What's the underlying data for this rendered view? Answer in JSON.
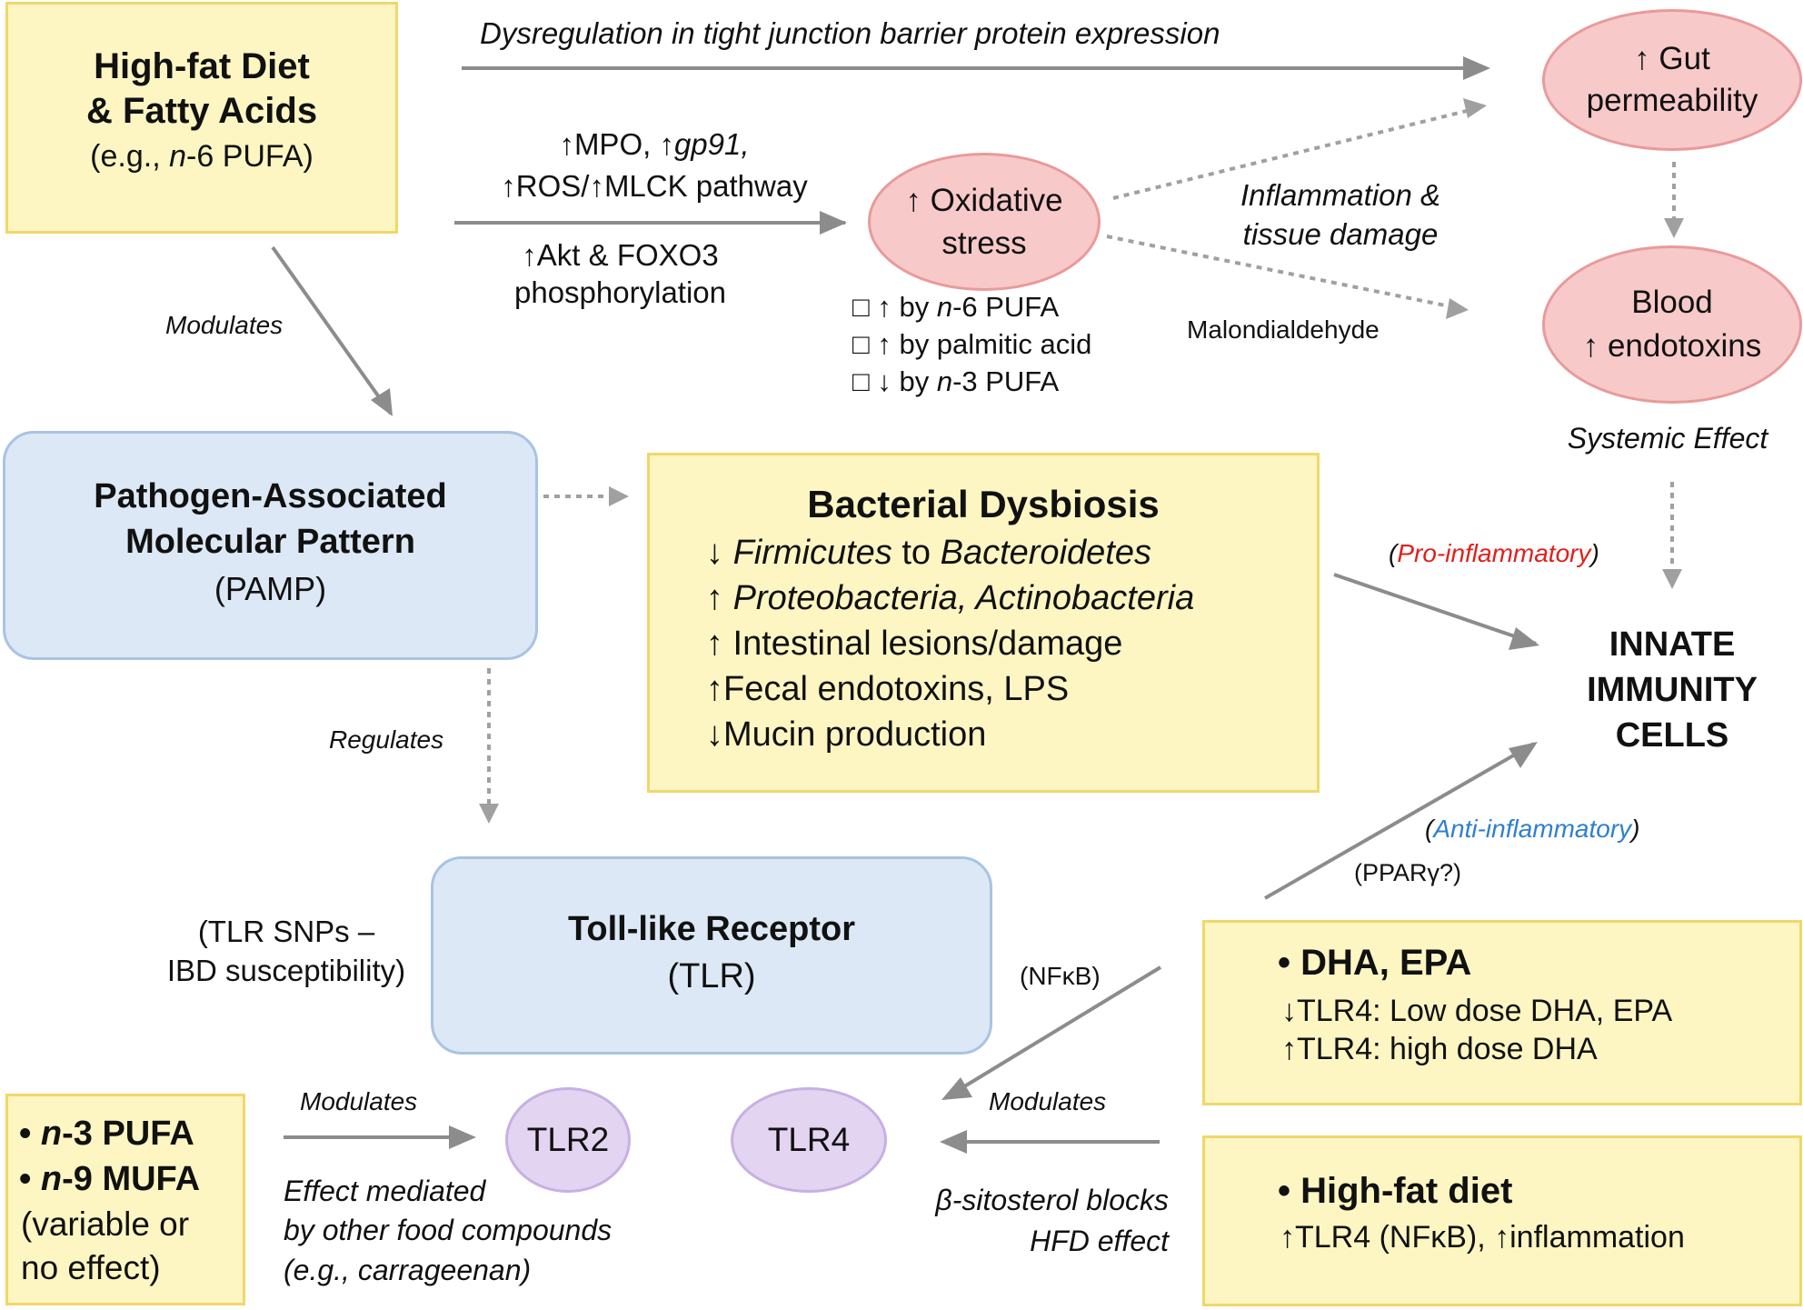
{
  "top_left": {
    "l1": "High-fat Diet",
    "l2": "& Fatty Acids",
    "l3a": "(e.g., ",
    "l3b": "n",
    "l3c": "-6 PUFA)"
  },
  "dysreg_label": "Dysregulation in tight junction barrier protein expression",
  "gut": {
    "l1": "↑ Gut",
    "l2": "permeability"
  },
  "mech_above": {
    "l1a": "↑MPO, ↑",
    "l1b": "gp91,",
    "l2": "↑ROS/↑MLCK pathway"
  },
  "mech_below": {
    "l1": "↑Akt & FOXO3",
    "l2": "phosphorylation"
  },
  "oxidative": {
    "l1": "↑ Oxidative",
    "l2": "stress"
  },
  "ox_list": [
    {
      "a": "□ ↑ by ",
      "b": "n",
      "c": "-6 PUFA"
    },
    {
      "a": "□ ↑ by palmitic acid",
      "b": "",
      "c": ""
    },
    {
      "a": "□ ↓ by ",
      "b": "n",
      "c": "-3 PUFA"
    }
  ],
  "inflam_label": {
    "l1": "Inflammation &",
    "l2": "tissue damage"
  },
  "malon_label": "Malondialdehyde",
  "blood": {
    "l1": "Blood",
    "l2": "↑ endotoxins"
  },
  "systemic_label": "Systemic Effect",
  "modulates_1": "Modulates",
  "pamp": {
    "l1": "Pathogen-Associated",
    "l2": "Molecular Pattern",
    "l3": "(PAMP)"
  },
  "dysbiosis": {
    "title": "Bacterial Dysbiosis",
    "r1a": "↓ ",
    "r1b": "Firmicutes",
    "r1c": " to ",
    "r1d": "Bacteroidetes",
    "r2a": "↑ ",
    "r2b": "Proteobacteria, Actinobacteria",
    "r3": "↑ Intestinal lesions/damage",
    "r4": "↑Fecal endotoxins, LPS",
    "r5": "↓Mucin production"
  },
  "pro_label": {
    "open": "(",
    "text": "Pro-inflammatory",
    "close": ")"
  },
  "innate": {
    "l1": "INNATE",
    "l2": "IMMUNITY",
    "l3": "CELLS"
  },
  "regulates": "Regulates",
  "anti_label": {
    "open": "(",
    "text": "Anti-inflammatory",
    "close": ")"
  },
  "ppar": "(PPARγ?)",
  "tlr_snp": {
    "l1": "(TLR SNPs –",
    "l2": "IBD susceptibility)"
  },
  "tlr": {
    "l1": "Toll-like Receptor",
    "l2": "(TLR)"
  },
  "nfkb": "(NFκB)",
  "dha": {
    "l1": "• DHA, EPA",
    "l2": "↓TLR4: Low dose DHA, EPA",
    "l3": "↑TLR4: high dose DHA"
  },
  "n3": {
    "l1a": "• ",
    "l1b": "n",
    "l1c": "-3 PUFA",
    "l2a": "• ",
    "l2b": "n",
    "l2c": "-9 MUFA",
    "l3": "(variable or",
    "l4": "no effect)"
  },
  "modulates_2": "Modulates",
  "tlr2": "TLR2",
  "tlr4": "TLR4",
  "modulates_3": "Modulates",
  "effect_mediated": {
    "l1": "Effect mediated",
    "l2": "by other food compounds",
    "l3": "(e.g., carrageenan)"
  },
  "sitosterol": {
    "l1": "β-sitosterol blocks",
    "l2": "HFD effect"
  },
  "hfd": {
    "l1": "• High-fat diet",
    "l2": "↑TLR4 (NFκB), ↑inflammation"
  },
  "colors": {
    "pro": "#e0201c",
    "anti": "#2f7fcf",
    "arrow": "#8c8c8c"
  }
}
